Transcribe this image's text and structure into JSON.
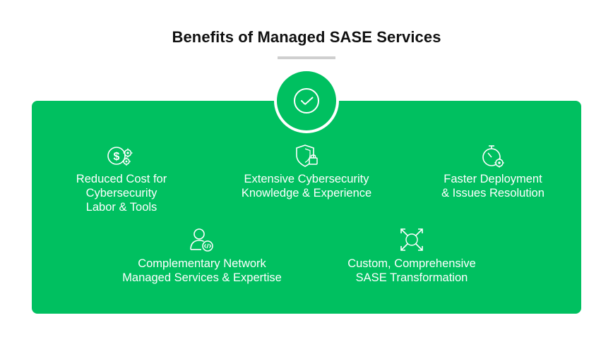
{
  "title": "Benefits of Managed SASE Services",
  "colors": {
    "panel": "#00c060",
    "title": "#111111",
    "underline": "#cfcfcf",
    "text": "#ffffff"
  },
  "badge": {
    "icon": "check-circle-icon"
  },
  "benefits": [
    {
      "icon": "dollar-gears-icon",
      "label": "Reduced Cost for\nCybersecurity\nLabor & Tools"
    },
    {
      "icon": "shield-lock-icon",
      "label": "Extensive Cybersecurity\nKnowledge & Experience"
    },
    {
      "icon": "stopwatch-gear-icon",
      "label": "Faster Deployment\n& Issues Resolution"
    },
    {
      "icon": "user-code-icon",
      "label": "Complementary Network\nManaged Services & Expertise"
    },
    {
      "icon": "expand-arrows-icon",
      "label": "Custom, Comprehensive\nSASE Transformation"
    }
  ]
}
